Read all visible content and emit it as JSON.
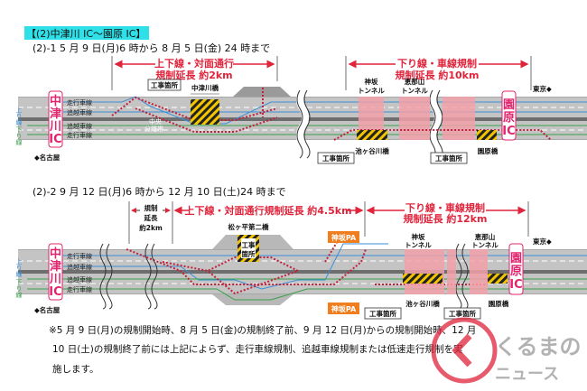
{
  "title": "【(2)中津川 IC〜園原 IC】",
  "colors": {
    "title_bg": "#2fe0e8",
    "red": "#e0243c",
    "ic": "#e0246e",
    "up": "#3a8fd8",
    "down": "#3aa04a",
    "pa": "#f07d1e"
  },
  "lanes": {
    "up": "上り線",
    "down": "下り線",
    "driving": "走行車線",
    "passing": "追越車線"
  },
  "directions": {
    "west": "◆名古屋",
    "east": "東京◆"
  },
  "ic_west": [
    "中",
    "津",
    "川",
    "IC"
  ],
  "ic_east": [
    "園",
    "原",
    "IC"
  ],
  "phase1": {
    "period": "(2)-1  5 月 9 日(月)6 時から 8 月 5 日(金)  24 時まで",
    "zone_a": {
      "line1": "上下線・対面通行",
      "line2": "規制延長 約2km"
    },
    "zone_b": {
      "line1": "下り線・車線規制",
      "line2": "規制延長 約10km"
    },
    "work_site": "工事箇所",
    "bridge_a": "中津川橋",
    "median": [
      "中央",
      "分離帯"
    ],
    "tunnel_a": [
      "神坂",
      "トンネル"
    ],
    "tunnel_b": [
      "恵那山",
      "トンネル"
    ],
    "bridge_b": "池ヶ谷川橋",
    "bridge_c": "園原橋"
  },
  "phase2": {
    "period": "(2)-2  9 月 12 日(月)6 時から 12 月 10 日(土)24 時まで",
    "zone_a": [
      "規制",
      "延長",
      "約2km"
    ],
    "zone_b": "上下線・対面通行規制延長 約4.5km",
    "zone_c": {
      "line1": "下り線・車線規制",
      "line2": "規制延長 約12km"
    },
    "bridge_a": "松ヶ平第二橋",
    "work_site_box": [
      "工事",
      "箇所"
    ],
    "work_site": "工事箇所",
    "pa": "神坂PA",
    "tunnel_a": [
      "神坂",
      "トンネル"
    ],
    "tunnel_b": [
      "恵那山",
      "トンネル"
    ],
    "bridge_b": "池ヶ谷川橋",
    "bridge_c": "園原橋"
  },
  "note": [
    "※5 月 9 日(月)の規制開始時、8 月 5 日(金)の規制終了前、9 月 12 日(月)からの規制開始時、12 月",
    "10  日(土)の規制終了前には上記によらず、走行車線規制、追越車線規制または低速走行規制を実",
    "施します。"
  ],
  "watermark": {
    "line1": "くるまの",
    "line2": "ニュース"
  }
}
